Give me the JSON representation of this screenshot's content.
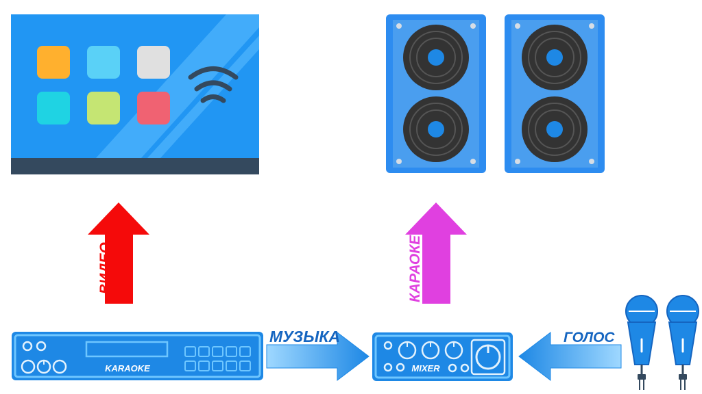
{
  "labels": {
    "video": "ВИДЕО",
    "karaoke_signal": "КАРАОКЕ",
    "music": "МУЗЫКА",
    "voice": "ГОЛОС",
    "karaoke_device": "KARAOKE",
    "mixer_device": "MIXER"
  },
  "colors": {
    "tv_screen": "#2196F3",
    "tv_bezel": "#34495E",
    "speaker_outer": "#2D8CF0",
    "speaker_inner": "#4A9EEF",
    "video_arrow": "#F50A0A",
    "karaoke_arrow": "#E040E0",
    "flow_arrow": "#1E88E5",
    "text_blue": "#1565C0"
  },
  "icons": {
    "tv": "smart-tv-icon",
    "wifi": "wifi-icon",
    "speakers": "speaker-icon",
    "microphones": "microphone-icon"
  }
}
